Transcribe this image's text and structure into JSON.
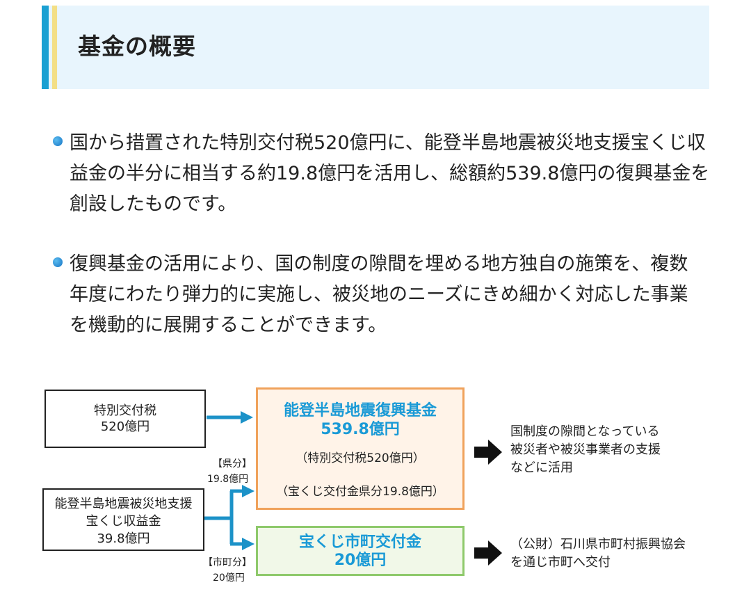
{
  "heading": "基金の概要",
  "paragraph1": {
    "lines": [
      "国から措置された特別交付税520億円に、能登半島地震被災地支援宝くじ収",
      "益金の半分に相当する約19.8億円を活用し、総額約539.8億円の復興基金を",
      "創設したものです。"
    ]
  },
  "paragraph2": {
    "lines": [
      "復興基金の活用により、国の制度の隙間を埋める地方独自の施策を、複数",
      "年度にわたり弾力的に実施し、被災地のニーズにきめ細かく対応した事業",
      "を機動的に展開することができます。"
    ]
  },
  "diagram": {
    "tokubetsu": {
      "line1": "特別交付税",
      "line2": "520億円"
    },
    "takarakuji": {
      "line1": "能登半島地震被災地支援",
      "line2": "宝くじ収益金",
      "line3": "39.8億円"
    },
    "ken_bun": {
      "label": "【県分】",
      "amount": "19.8億円"
    },
    "shicho_bun": {
      "label": "【市町分】",
      "amount": "20億円"
    },
    "fund": {
      "title": "能登半島地震復興基金",
      "amount": "539.8億円",
      "sub1": "（特別交付税520億円）",
      "sub2": "（宝くじ交付金県分19.8億円）"
    },
    "shicho_grant": {
      "title": "宝くじ市町交付金",
      "amount": "20億円"
    },
    "result1": {
      "line1": "国制度の隙間となっている",
      "line2": "被災者や被災事業者の支援",
      "line3": "などに活用"
    },
    "result2": {
      "line1": "（公財）石川県市町村振興協会",
      "line2": "を通じ市町へ交付"
    },
    "colors": {
      "fund_border": "#f0a25b",
      "fund_fill": "#fff3e8",
      "grant_border": "#8ec96b",
      "grant_fill": "#f1f8e8",
      "text_blue": "#1a9ad6",
      "arrow_blue": "#1c92c8"
    }
  }
}
